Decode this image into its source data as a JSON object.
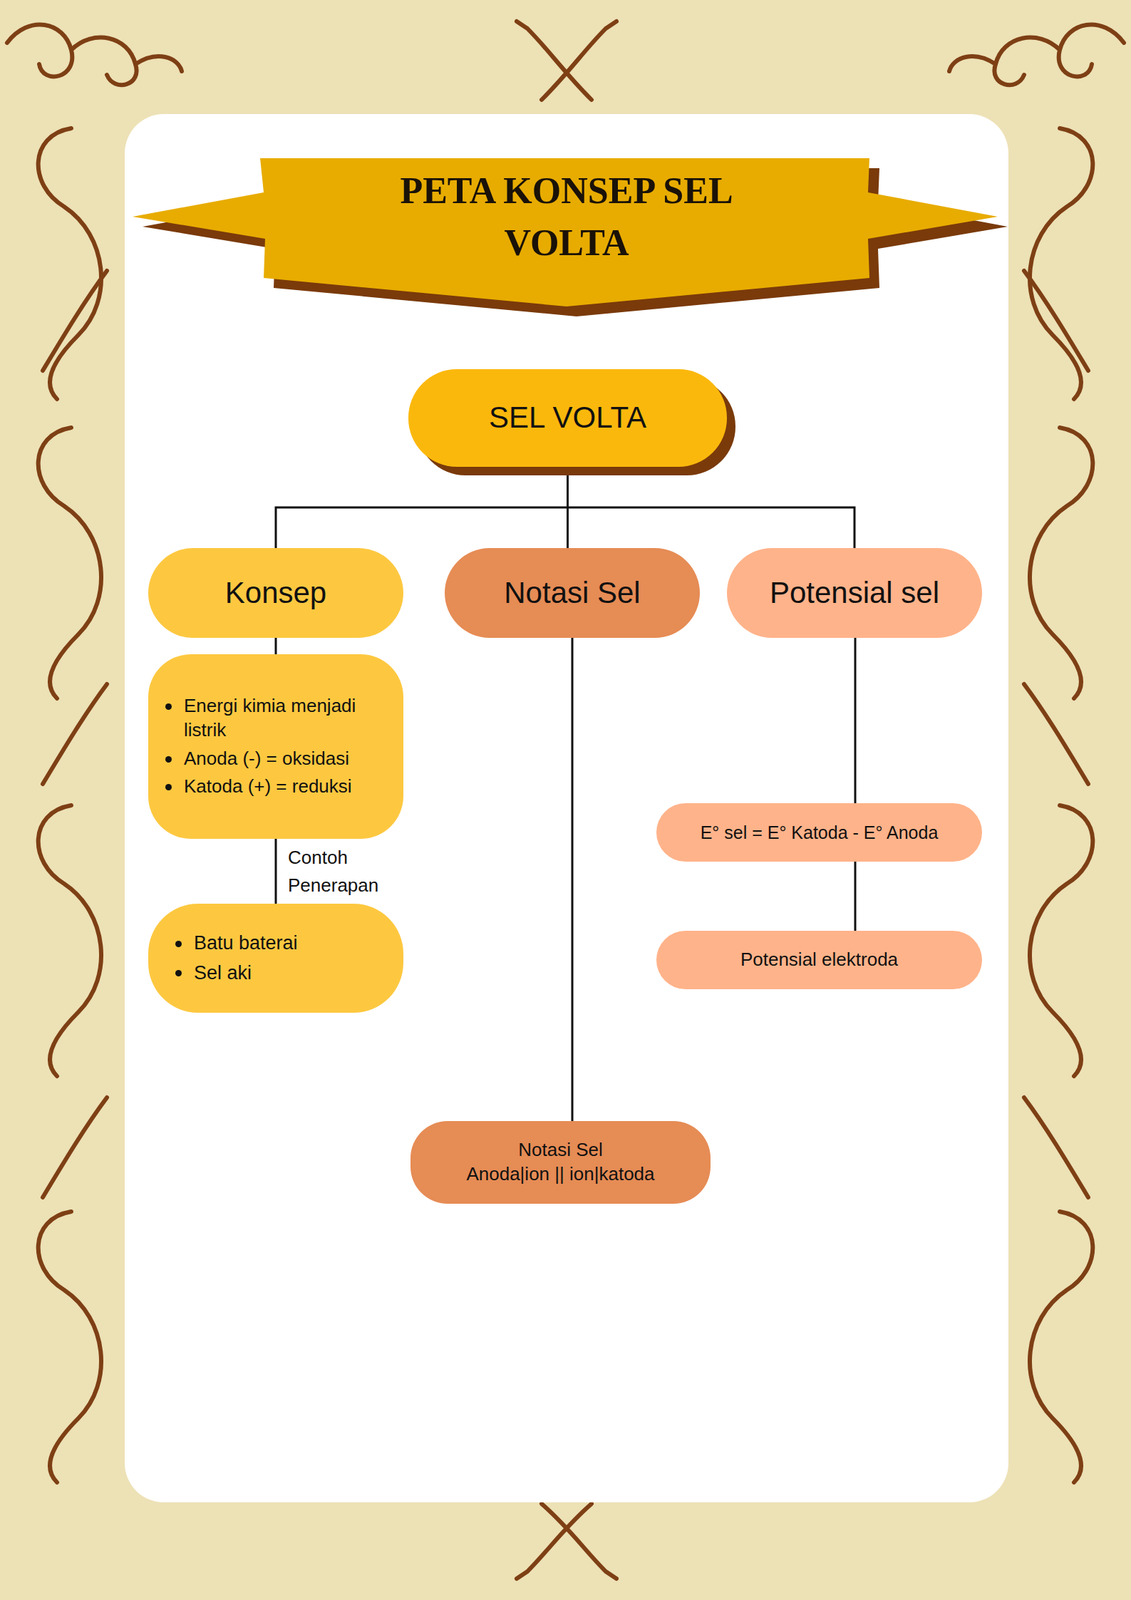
{
  "diagram": {
    "title": "PETA KONSEP SEL VOLTA",
    "nodes": [
      {
        "text": [
          "SEL VOLTA"
        ]
      },
      {
        "text": [
          "Konsep"
        ]
      },
      {
        "text": [
          "Notasi Sel"
        ]
      },
      {
        "text": [
          "Potensial sel"
        ]
      },
      {
        "text": [
          "Energi kimia menjadi listrik",
          "Anoda (-) = oksidasi",
          "Katoda (+) = reduksi"
        ]
      },
      {
        "text": [
          "Batu baterai",
          "Sel aki"
        ]
      },
      {
        "text": [
          "E° sel = E° Katoda - E° Anoda"
        ]
      },
      {
        "text": [
          "Potensial elektroda"
        ]
      },
      {
        "text": [
          "Notasi Sel",
          "Anoda|ion || ion|katoda"
        ]
      }
    ],
    "edges": [
      {
        "from": 0,
        "to": 1,
        "arrow": "none"
      },
      {
        "from": 0,
        "to": 2,
        "arrow": "none"
      },
      {
        "from": 0,
        "to": 3,
        "arrow": "none"
      },
      {
        "from": 1,
        "to": 4,
        "arrow": "none"
      },
      {
        "from": 4,
        "to": 5,
        "label": "Contoh Penerapan",
        "arrow": "none"
      },
      {
        "from": 2,
        "to": 8,
        "arrow": "none"
      },
      {
        "from": 3,
        "to": 6,
        "arrow": "none"
      },
      {
        "from": 6,
        "to": 7,
        "arrow": "none"
      }
    ]
  }
}
